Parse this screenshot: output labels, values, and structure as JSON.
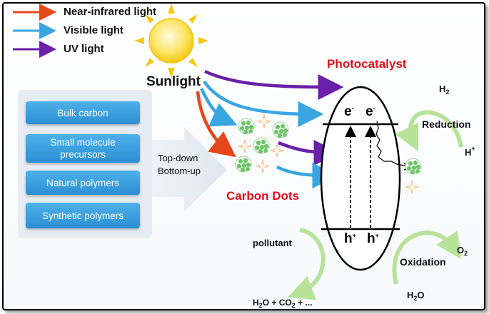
{
  "legend": {
    "items": [
      {
        "label": "Near-infrared light",
        "color": "#e6471a"
      },
      {
        "label": "Visible light",
        "color": "#39a6e2"
      },
      {
        "label": "UV light",
        "color": "#6a20a8"
      }
    ]
  },
  "sun": {
    "label": "Sunlight"
  },
  "sources": {
    "items": [
      "Bulk carbon",
      "Small molecule precursors",
      "Natural polymers",
      "Synthetic polymers"
    ]
  },
  "synthesis": {
    "line1": "Top-down",
    "line2": "Bottom-up"
  },
  "carbon_dots": {
    "label": "Carbon Dots"
  },
  "photocatalyst": {
    "label": "Photocatalyst",
    "electron": "e",
    "electron_charge": "-",
    "hole": "h",
    "hole_charge": "+"
  },
  "reduction": {
    "label": "Reduction",
    "product": "H",
    "product_sub": "2",
    "reactant": "H",
    "reactant_charge": "+"
  },
  "oxidation": {
    "label": "Oxidation",
    "product": "O",
    "product_sub": "2",
    "reactant": "H",
    "reactant_sub": "2",
    "reactant_tail": "O"
  },
  "degradation": {
    "label": "pollutant",
    "products": {
      "h": "H",
      "h_sub": "2",
      "mid": "O + CO",
      "co_sub": "2",
      "tail": " + ..."
    }
  },
  "colors": {
    "nir": "#e6471a",
    "visible": "#39a6e2",
    "uv": "#6a20a8",
    "red_label": "#e0111b",
    "cycle_green": "#b7e29a",
    "dot_green": "#6fc46a"
  }
}
